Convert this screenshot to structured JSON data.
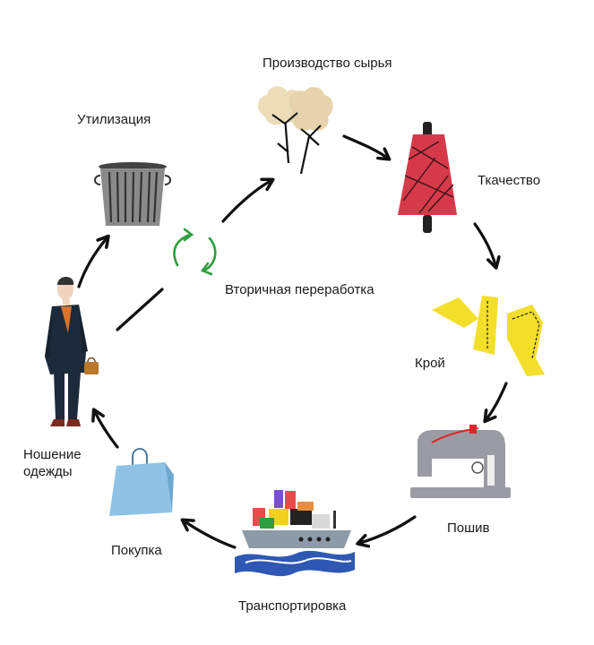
{
  "stages": {
    "raw": "Производство сырья",
    "weaving": "Ткачество",
    "cutting": "Крой",
    "sewing": "Пошив",
    "transport": "Транспортировка",
    "purchase": "Покупка",
    "wearing_line1": "Ношение",
    "wearing_line2": "одежды",
    "disposal": "Утилизация",
    "recycling": "Вторичная переработка"
  },
  "colors": {
    "arrow": "#111111",
    "recycle": "#2e9e3e",
    "spool": "#d63a4a",
    "pattern": "#f3de2c",
    "machine": "#9b9ba3",
    "bag": "#8fc3e6",
    "ship_hull": "#8d9aa8",
    "water": "#2f58b4",
    "bin": "#6d6d6d"
  }
}
